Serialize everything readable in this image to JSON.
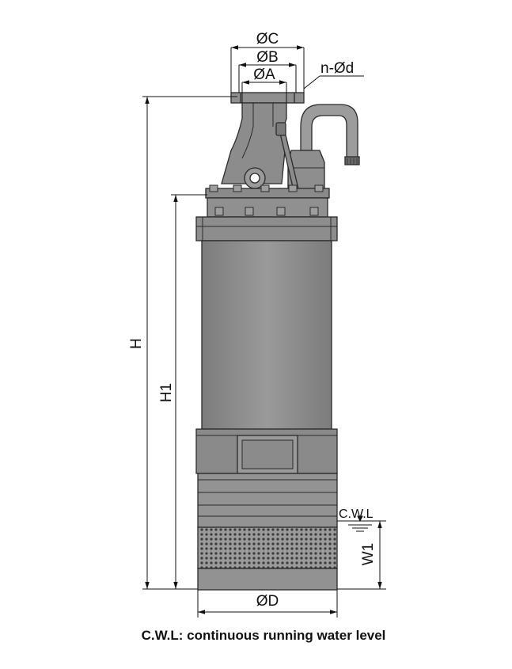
{
  "labels": {
    "dia_c": "ØC",
    "dia_b": "ØB",
    "dia_a": "ØA",
    "bolt_holes": "n-Ød",
    "height_h": "H",
    "height_h1": "H1",
    "dia_d": "ØD",
    "cwl": "C.W.L",
    "w1": "W1"
  },
  "caption": "C.W.L: continuous running water level",
  "colors": {
    "body": "#8a8a8a",
    "body_dark": "#6e6e6e",
    "body_light": "#a7a7a7",
    "outline": "#2a2a2a",
    "dimension": "#111111"
  }
}
